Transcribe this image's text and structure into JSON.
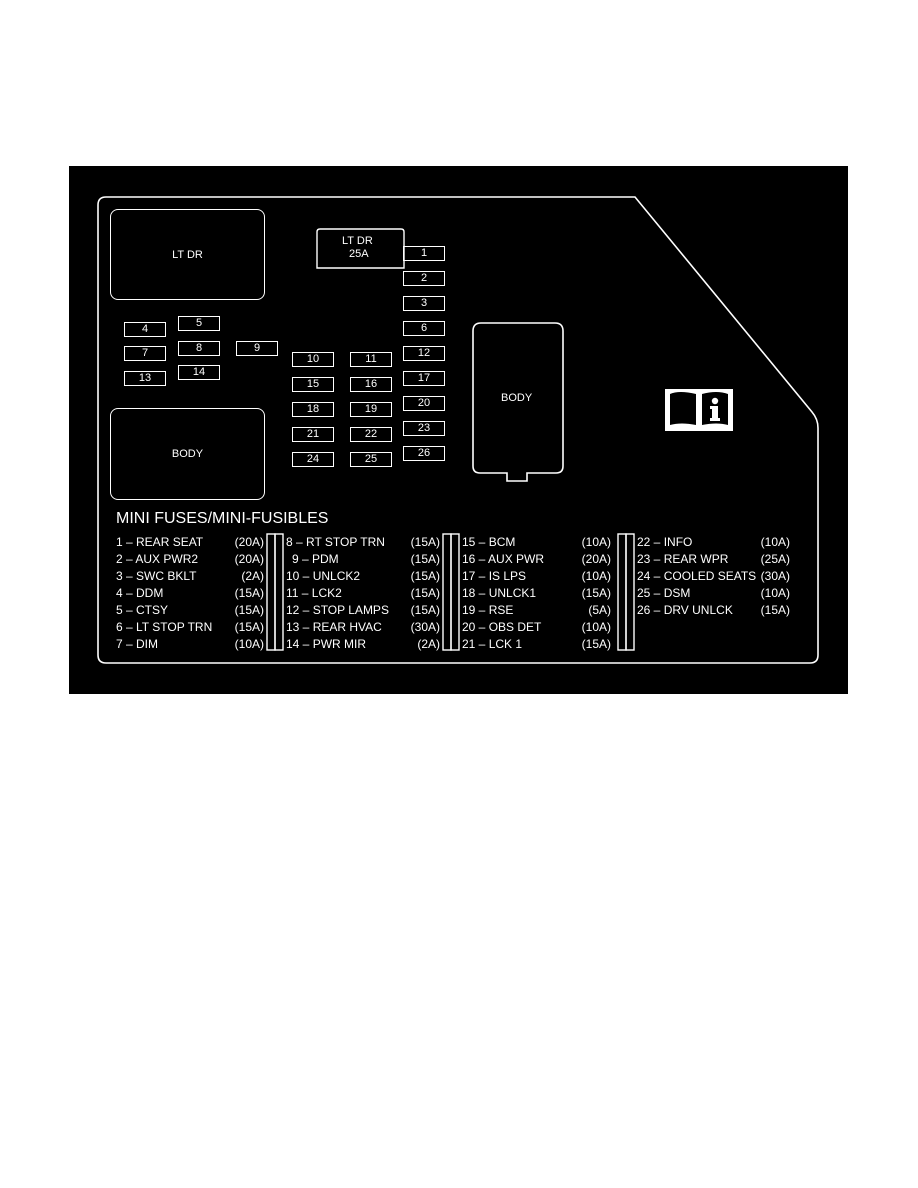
{
  "relay_boxes": {
    "lt_dr_main": "LT DR",
    "body_left": "BODY",
    "body_right": "BODY"
  },
  "maxi_fuse": {
    "name": "LT DR",
    "rating": "25A"
  },
  "fuses": [
    "1",
    "2",
    "3",
    "4",
    "5",
    "6",
    "7",
    "8",
    "9",
    "10",
    "11",
    "12",
    "13",
    "14",
    "15",
    "16",
    "17",
    "18",
    "19",
    "20",
    "21",
    "22",
    "23",
    "24",
    "25",
    "26"
  ],
  "legend": {
    "title": "MINI FUSES/MINI-FUSIBLES",
    "columns": [
      [
        {
          "label": "1 – REAR SEAT",
          "amp": "(20A)"
        },
        {
          "label": "2 – AUX PWR2",
          "amp": "(20A)"
        },
        {
          "label": "3 – SWC BKLT",
          "amp": "(2A)"
        },
        {
          "label": "4 – DDM",
          "amp": "(15A)"
        },
        {
          "label": "5 – CTSY",
          "amp": "(15A)"
        },
        {
          "label": "6 – LT STOP TRN",
          "amp": "(15A)"
        },
        {
          "label": "7 – DIM",
          "amp": "(10A)"
        }
      ],
      [
        {
          "label": "8 – RT STOP TRN",
          "amp": "(15A)"
        },
        {
          "label": "9 – PDM",
          "amp": "(15A)"
        },
        {
          "label": "10 – UNLCK2",
          "amp": "(15A)"
        },
        {
          "label": "11 – LCK2",
          "amp": "(15A)"
        },
        {
          "label": "12 – STOP LAMPS",
          "amp": "(15A)"
        },
        {
          "label": "13 – REAR HVAC",
          "amp": "(30A)"
        },
        {
          "label": "14 – PWR MIR",
          "amp": "(2A)"
        }
      ],
      [
        {
          "label": "15 – BCM",
          "amp": "(10A)"
        },
        {
          "label": "16 – AUX PWR",
          "amp": "(20A)"
        },
        {
          "label": "17 – IS LPS",
          "amp": "(10A)"
        },
        {
          "label": "18 – UNLCK1",
          "amp": "(15A)"
        },
        {
          "label": "19 – RSE",
          "amp": "(5A)"
        },
        {
          "label": "20 – OBS DET",
          "amp": "(10A)"
        },
        {
          "label": "21 – LCK 1",
          "amp": "(15A)"
        }
      ],
      [
        {
          "label": "22 – INFO",
          "amp": "(10A)"
        },
        {
          "label": "23 – REAR WPR",
          "amp": "(25A)"
        },
        {
          "label": "24 – COOLED SEATS",
          "amp": "(30A)"
        },
        {
          "label": "25 – DSM",
          "amp": "(10A)"
        },
        {
          "label": "26 – DRV UNLCK",
          "amp": "(15A)"
        }
      ]
    ]
  },
  "colors": {
    "background": "#000000",
    "foreground": "#ffffff",
    "page": "#ffffff"
  },
  "icons": [
    "owners-manual-info-icon"
  ]
}
